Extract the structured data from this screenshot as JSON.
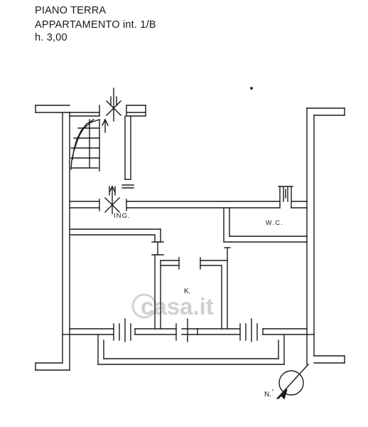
{
  "header": {
    "floor": "PIANO TERRA",
    "unit": "APPARTAMENTO int. 1/B",
    "height": "h.  3,00"
  },
  "rooms": {
    "entrance": "ING.",
    "wc": "W.C.",
    "kitchen": "K."
  },
  "compass": {
    "label": "N."
  },
  "watermark": {
    "text": "casa.it"
  },
  "colors": {
    "ink": "#1a1a1a",
    "watermark": "#cfcfcf"
  }
}
